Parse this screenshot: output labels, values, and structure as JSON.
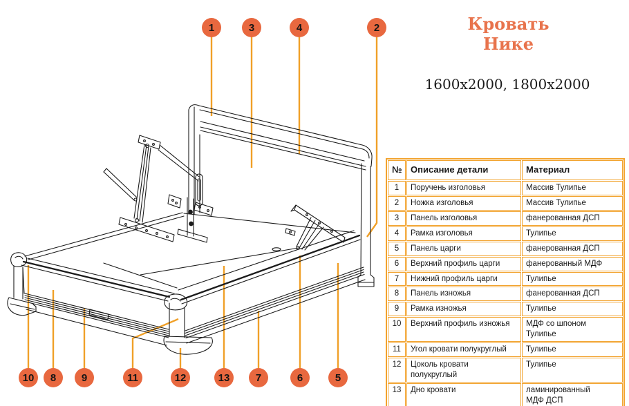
{
  "title": {
    "line1": "Кровать",
    "line2": "Нике"
  },
  "dimensions": "1600x2000, 1800x2000",
  "colors": {
    "bg": "#FFFFFF",
    "ink": "#1B1B1B",
    "accent": "#E8734C",
    "circle": "#E8683F",
    "leader": "#F0A028",
    "table-border": "#F2A32E"
  },
  "callouts": [
    "1",
    "3",
    "4",
    "2",
    "10",
    "8",
    "9",
    "11",
    "12",
    "13",
    "7",
    "6",
    "5"
  ],
  "table": {
    "headers": [
      "№",
      "Описание детали",
      "Материал"
    ],
    "rows": [
      {
        "num": "1",
        "desc": "Поручень изголовья",
        "material": "Массив Тулипье"
      },
      {
        "num": "2",
        "desc": "Ножка изголовья",
        "material": "Массив Тулипье"
      },
      {
        "num": "3",
        "desc": "Панель изголовья",
        "material": "фанерованная ДСП"
      },
      {
        "num": "4",
        "desc": "Рамка изголовья",
        "material": "Тулипье"
      },
      {
        "num": "5",
        "desc": "Панель царги",
        "material": "фанерованная ДСП"
      },
      {
        "num": "6",
        "desc": "Верхний профиль царги",
        "material": "фанерованный МДФ"
      },
      {
        "num": "7",
        "desc": "Нижний профиль царги",
        "material": "Тулипье"
      },
      {
        "num": "8",
        "desc": "Панель изножья",
        "material": "фанерованная ДСП"
      },
      {
        "num": "9",
        "desc": "Рамка изножья",
        "material": "Тулипье"
      },
      {
        "num": "10",
        "desc": "Верхний профиль изножья",
        "material": "МДФ со шпоном Тулипье"
      },
      {
        "num": "11",
        "desc": "Угол кровати полукруглый",
        "material": "Тулипье"
      },
      {
        "num": "12",
        "desc": "Цоколь кровати полукруглый",
        "material": "Тулипье"
      },
      {
        "num": "13",
        "desc": "Дно кровати",
        "material": "ламинированный МДФ ДСП"
      }
    ]
  }
}
